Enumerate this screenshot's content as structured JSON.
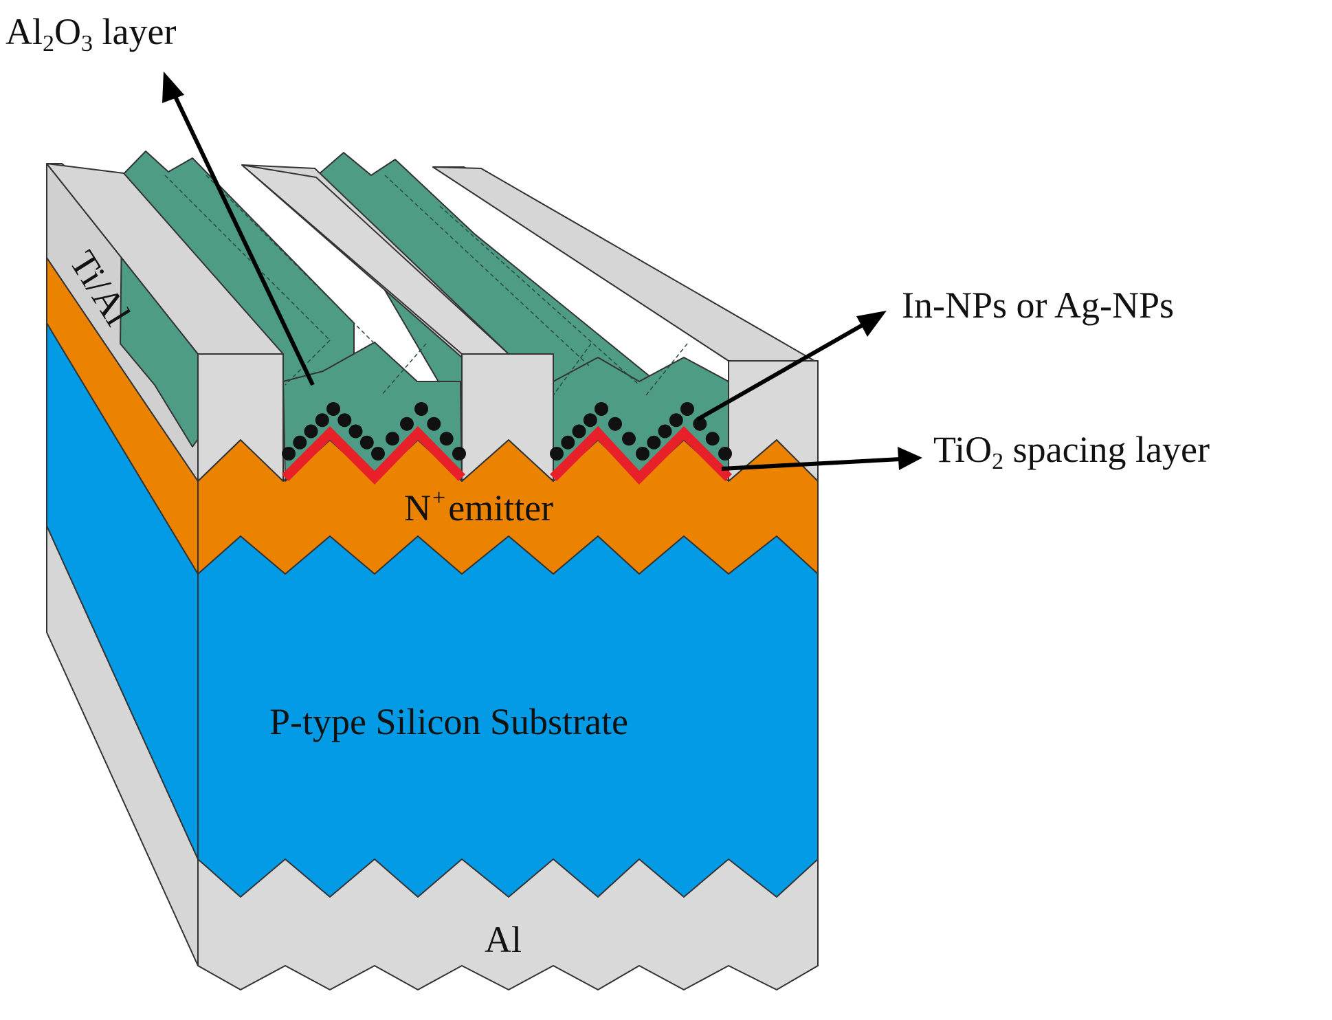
{
  "diagram": {
    "labels": {
      "al2o3_main": "Al",
      "al2o3_sub1": "2",
      "al2o3_mid": "O",
      "al2o3_sub2": "3",
      "al2o3_tail": " layer",
      "nps": "In-NPs or Ag-NPs",
      "tio2_main": "TiO",
      "tio2_sub": "2",
      "tio2_tail": " spacing layer",
      "emitter_n": "N",
      "emitter_sup": "+",
      "emitter_tail": "emitter",
      "substrate": "P-type Silicon Substrate",
      "back_contact": "Al",
      "front_contact": "Ti/Al"
    },
    "colors": {
      "contact": "#d9d9d9",
      "contact_dark": "#bfbfbf",
      "al2o3": "#4e9c86",
      "emitter": "#ec8300",
      "substrate": "#039be5",
      "tio2": "#e8202a",
      "nanoparticle": "#111111"
    }
  }
}
